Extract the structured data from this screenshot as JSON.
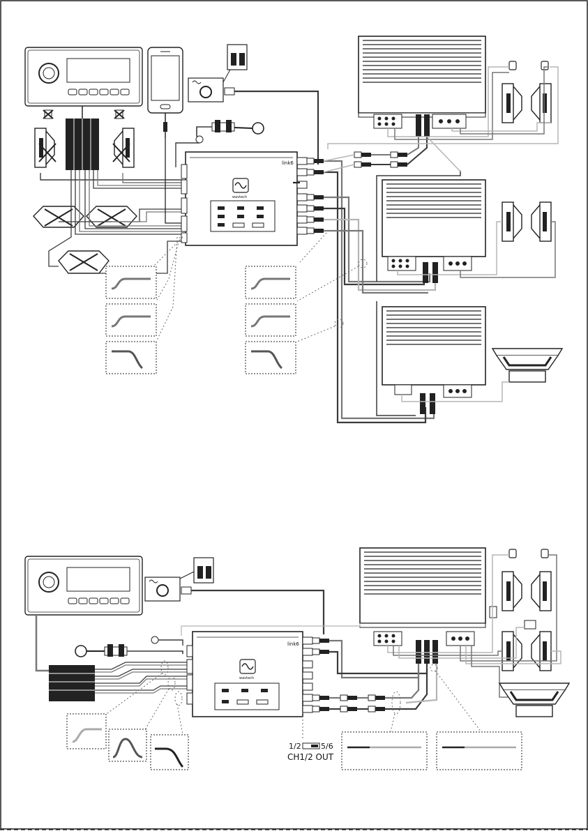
{
  "diagram1": {
    "processor_brand": "wavtech",
    "processor_model": "link6"
  },
  "diagram2": {
    "processor_brand": "wavtech",
    "processor_model": "link6",
    "switch_left_label": "1/2",
    "switch_right_label": "5/6",
    "switch_caption": "CH1/2 OUT"
  },
  "colors": {
    "line": "#222222",
    "wire_dark": "#3a3a3a",
    "wire_mid": "#777777",
    "wire_light": "#b5b5b5",
    "dotted": "#666666"
  }
}
